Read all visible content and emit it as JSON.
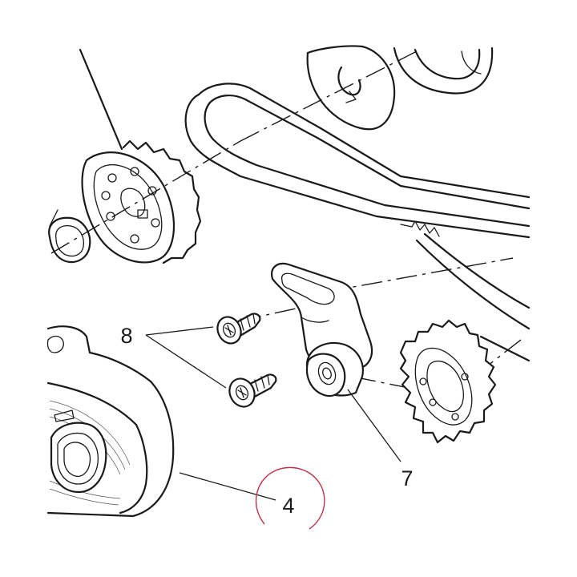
{
  "callouts": [
    {
      "id": "4",
      "label": "4"
    },
    {
      "id": "7",
      "label": "7"
    },
    {
      "id": "8",
      "label": "8"
    }
  ],
  "highlight": {
    "color": "#c0324a",
    "target": "4"
  }
}
